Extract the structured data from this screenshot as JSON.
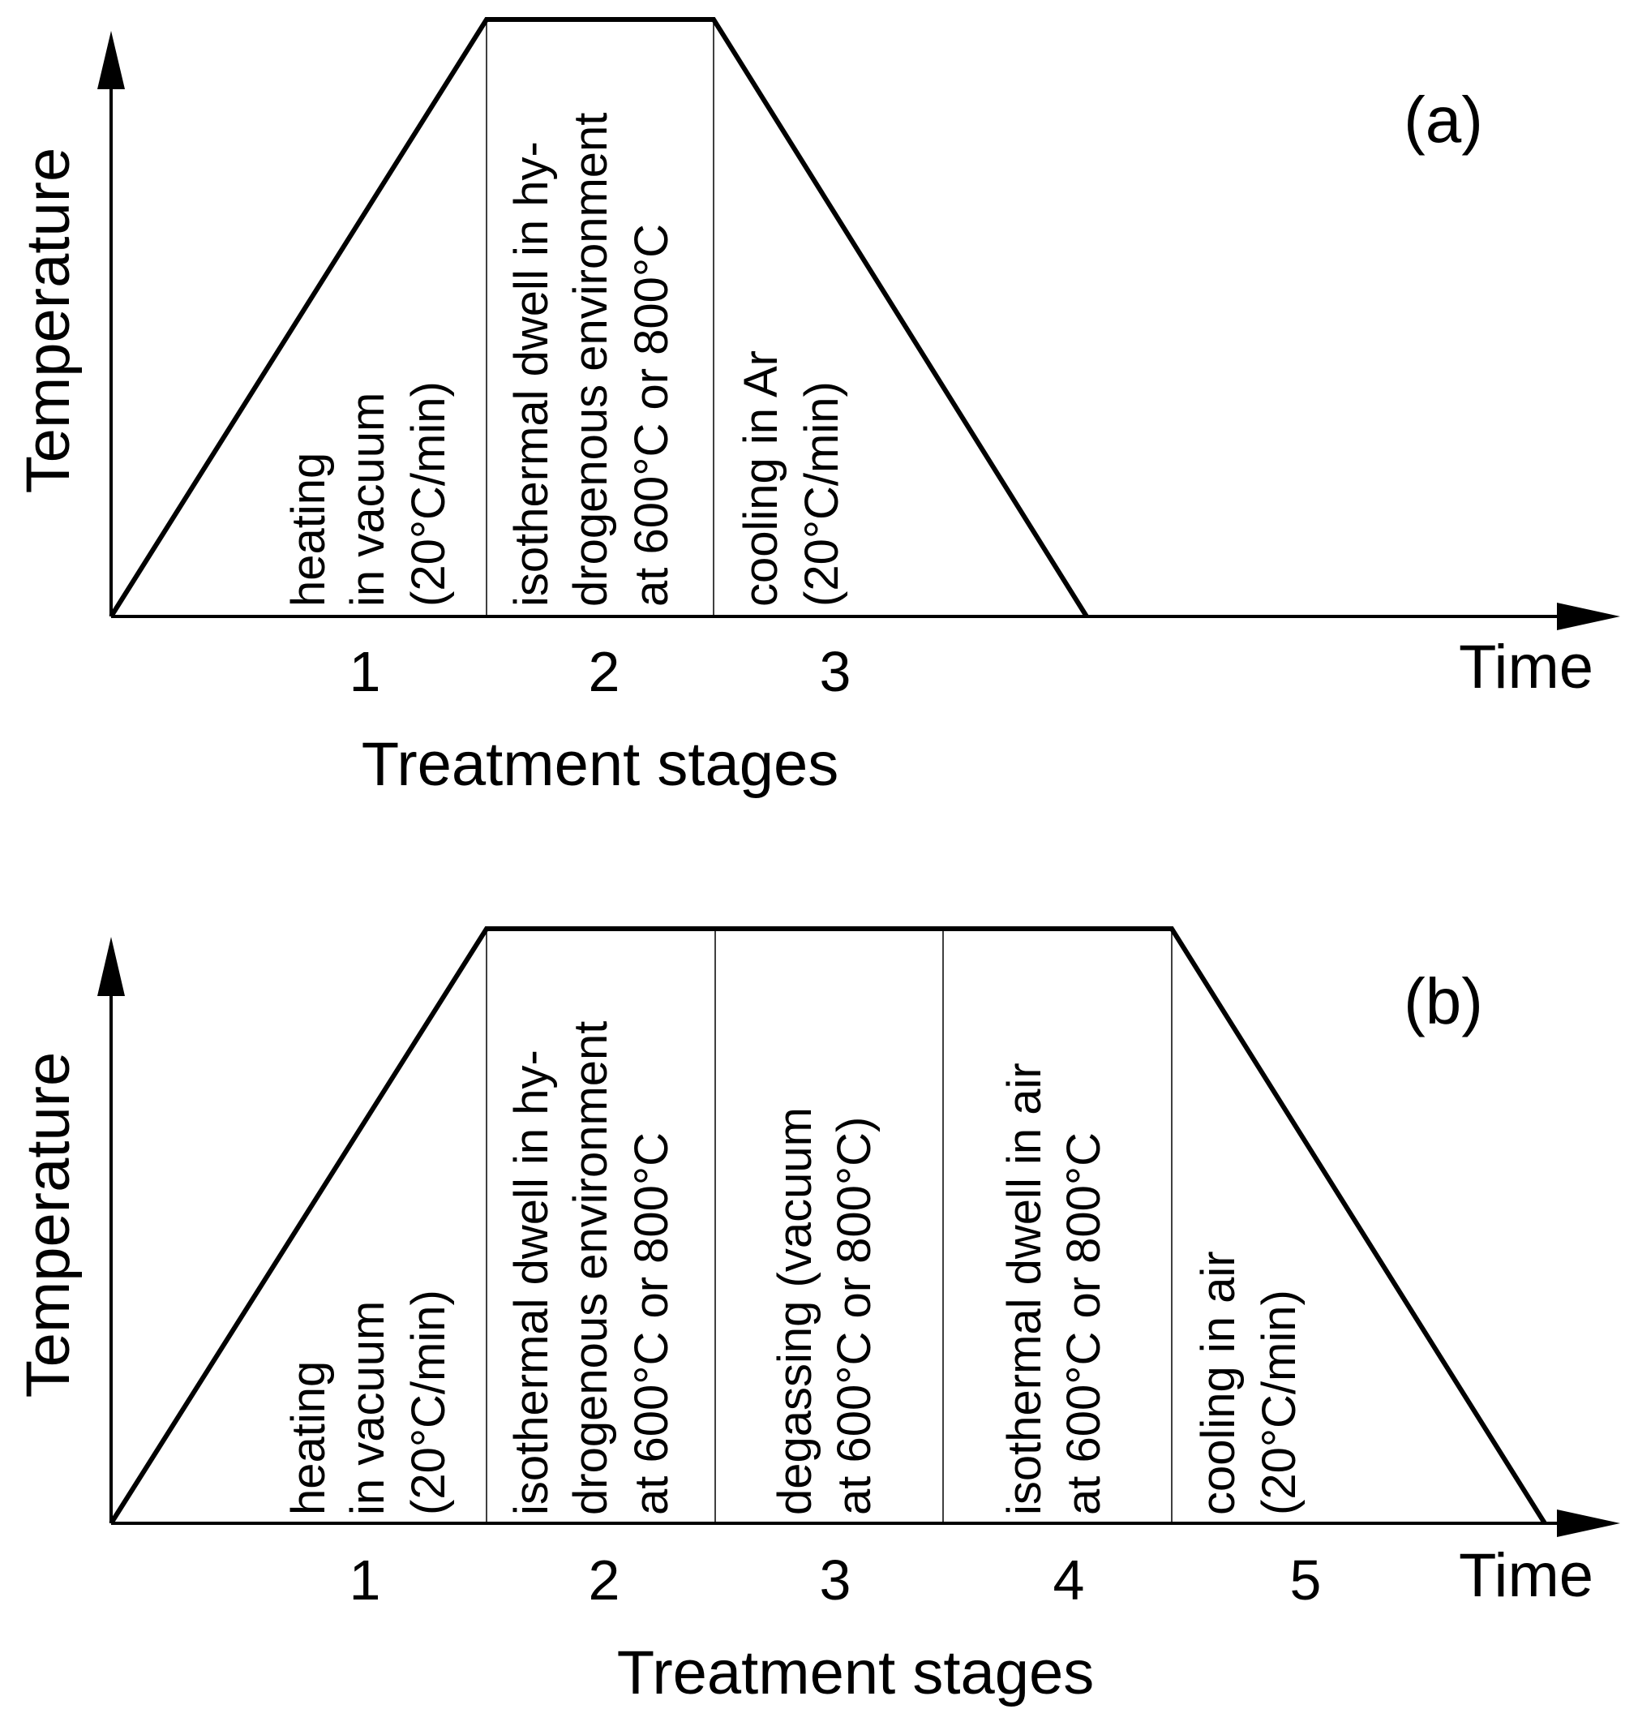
{
  "panels": [
    {
      "tag": "(a)",
      "y_label": "Temperature",
      "x_label": "Time",
      "x_title": "Treatment stages",
      "stages": [
        {
          "number": "1",
          "lines": [
            "heating",
            "in vacuum",
            "(20°C/min)"
          ]
        },
        {
          "number": "2",
          "lines": [
            "isothermal dwell in hy-",
            "drogenous environment",
            "at 600°C or 800°C"
          ]
        },
        {
          "number": "3",
          "lines": [
            "cooling in Ar",
            "(20°C/min)"
          ]
        }
      ]
    },
    {
      "tag": "(b)",
      "y_label": "Temperature",
      "x_label": "Time",
      "x_title": "Treatment stages",
      "stages": [
        {
          "number": "1",
          "lines": [
            "heating",
            "in vacuum",
            "(20°C/min)"
          ]
        },
        {
          "number": "2",
          "lines": [
            "isothermal dwell in hy-",
            "drogenous environment",
            "at 600°C or 800°C"
          ]
        },
        {
          "number": "3",
          "lines": [
            "degassing (vacuum",
            "at 600°C or 800°C)"
          ]
        },
        {
          "number": "4",
          "lines": [
            "isothermal dwell in air",
            "at 600°C or 800°C"
          ]
        },
        {
          "number": "5",
          "lines": [
            "cooling in air",
            "(20°C/min)"
          ]
        }
      ]
    }
  ]
}
